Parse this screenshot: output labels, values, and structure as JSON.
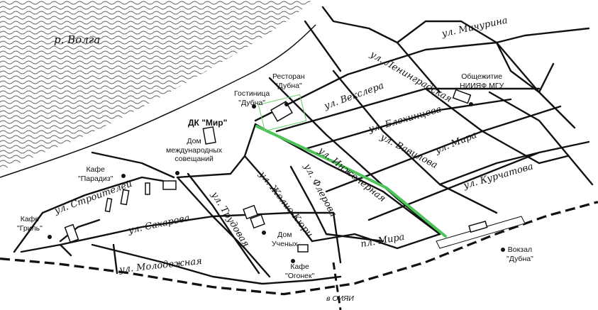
{
  "river": {
    "label": "р. Волга"
  },
  "streets": {
    "michurina": "ул. Мичурина",
    "leningradskaya": "ул. Ленинградская",
    "veksler": "ул. Векслера",
    "blokhintseva": "ул. Блохинцева",
    "vavilova": "ул. Вавилова",
    "mira": "ул. Мира",
    "kurchatova": "ул. Курчатова",
    "inzhenernaya": "ул. Инженерная",
    "flerova": "ул. Флерова",
    "zholio_kyuri": "ул. Жолио-Кюри",
    "trudovaya": "ул. Трудовая",
    "sakharova": "ул. Сахарова",
    "stroiteley": "ул. Строителей",
    "molodezhnaya": "ул. Молодежная",
    "pl_mira": "пл. Мира"
  },
  "places": {
    "restoran": "Ресторан\n\"Дубна\"",
    "gostinitsa": "Гостиница\n\"Дубна\"",
    "obshchezhitie": "Общежитие\nНИИЯФ МГУ",
    "dk_mir": "ДК \"Мир\"",
    "dom_soveshchaniy": "Дом\nмеждународных\nсовещаний",
    "kafe_paradiz": "Кафе\n\"Парадиз\"",
    "kafe_gril": "Кафе\n\"Гриль\"",
    "dom_uchenyh": "Дом\nУченых",
    "kafe_ogonek": "Кафе\n\"Огонек\"",
    "vokzal": "Вокзал\n\"Дубна\"",
    "oiyan": "в ОИЯИ"
  },
  "colors": {
    "route": "#4cc45a",
    "roads": "#111111",
    "river_waves": "#333333"
  },
  "icons": [
    "pointer-icon",
    "building-icon",
    "railway-icon"
  ]
}
